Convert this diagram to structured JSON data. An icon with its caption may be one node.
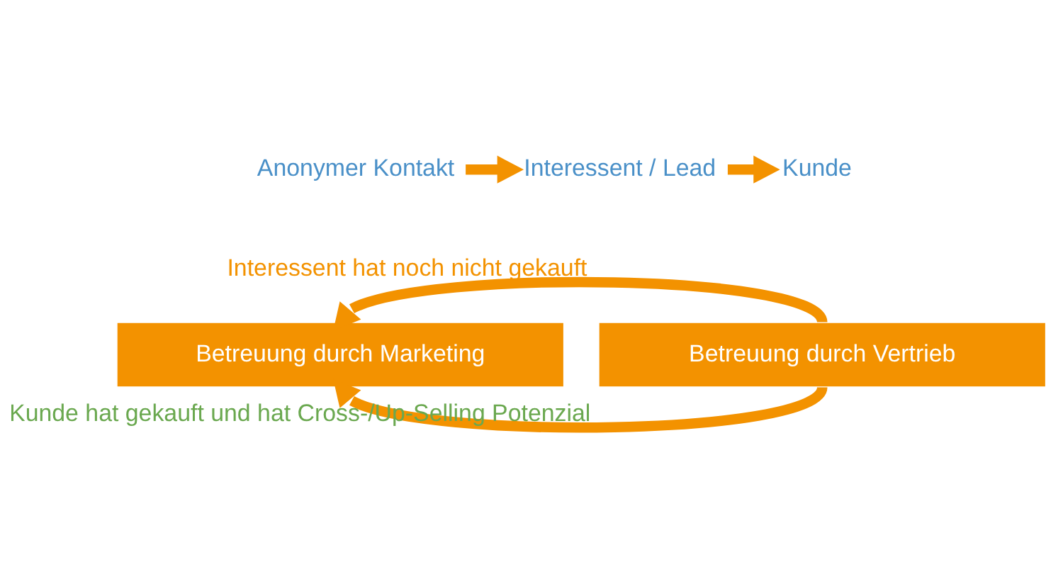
{
  "diagram": {
    "nodes": [
      {
        "text": [
          "Anonymer Kontakt"
        ]
      },
      {
        "text": [
          "Interessent / Lead"
        ]
      },
      {
        "text": [
          "Kunde"
        ]
      },
      {
        "text": [
          "Betreuung durch Marketing"
        ]
      },
      {
        "text": [
          "Betreuung durch Vertrieb"
        ]
      }
    ],
    "edges": [
      {
        "from": 0,
        "to": 1,
        "arrow": "to"
      },
      {
        "from": 1,
        "to": 2,
        "arrow": "to"
      },
      {
        "from": 4,
        "to": 3,
        "arrow": "to",
        "label": "Interessent hat noch nicht gekauft"
      },
      {
        "from": 4,
        "to": 3,
        "arrow": "to",
        "label": "Kunde hat gekauft und hat Cross-/Up-Selling Potenzial"
      }
    ]
  }
}
